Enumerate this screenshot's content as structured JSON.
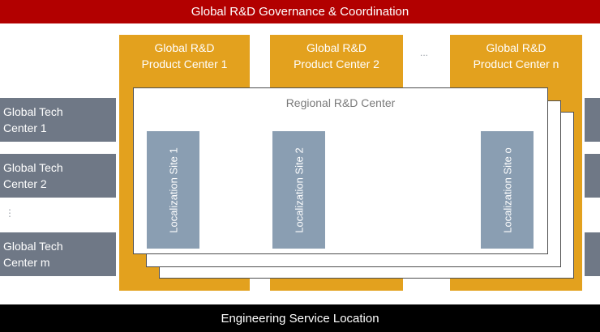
{
  "header": {
    "title": "Global R&D Governance & Coordination"
  },
  "footer": {
    "title": "Engineering Service Location"
  },
  "product_centers": [
    {
      "label": "Global R&D\nProduct Center 1"
    },
    {
      "label": "Global R&D\nProduct Center 2"
    },
    {
      "label": "Global R&D\nProduct Center n"
    }
  ],
  "product_center_ellipsis": "...",
  "tech_centers": [
    {
      "label": "Global Tech\nCenter 1"
    },
    {
      "label": "Global Tech\nCenter 2"
    },
    {
      "label": "Global Tech\nCenter m"
    }
  ],
  "tech_center_ellipsis": "⋮",
  "regional_center": {
    "title": "Regional R&D Center"
  },
  "localization_sites": [
    {
      "label": "Localization Site 1"
    },
    {
      "label": "Localization Site 2"
    },
    {
      "label": "Localization Site o"
    }
  ],
  "colors": {
    "header_bg": "#b20000",
    "footer_bg": "#000000",
    "product_center": "#e3a11e",
    "tech_center": "#6f7886",
    "localization_site": "#8a9eb2"
  }
}
